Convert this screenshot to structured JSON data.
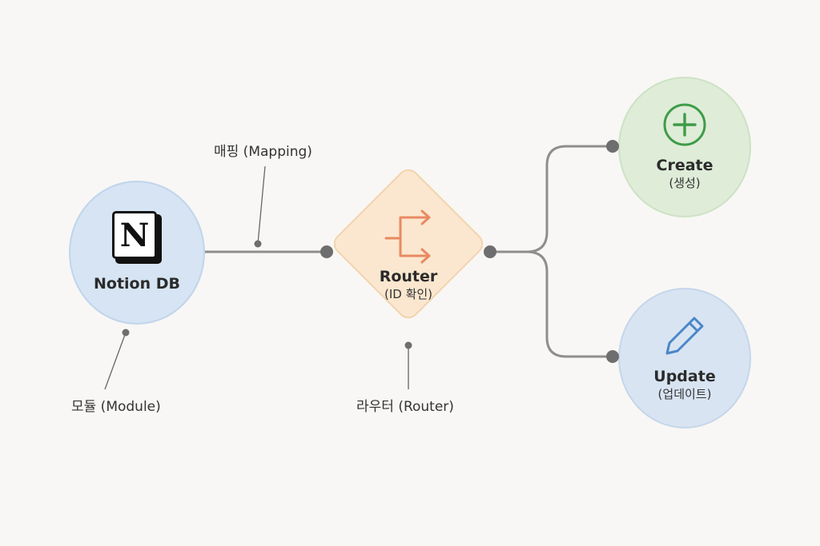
{
  "nodes": {
    "notion": {
      "title": "Notion DB",
      "fill": "#d6e4f3",
      "stroke": "#c0d5ec",
      "logo_letter": "N"
    },
    "router": {
      "title": "Router",
      "subtitle": "(ID 확인)",
      "fill": "#fbe7cf",
      "icon_color": "#e88a62"
    },
    "create": {
      "title": "Create",
      "subtitle": "(생성)",
      "fill": "#deecd8",
      "stroke": "#cde2c4",
      "icon_color": "#3e9c48"
    },
    "update": {
      "title": "Update",
      "subtitle": "(업데이트)",
      "fill": "#d8e4f2",
      "stroke": "#c5d6ea",
      "icon_color": "#4a86c8"
    }
  },
  "annotations": {
    "mapping": "매핑 (Mapping)",
    "module": "모듈 (Module)",
    "router": "라우터 (Router)"
  },
  "colors": {
    "wire": "#8e8e8e",
    "dot": "#6e6e6e",
    "background": "#f8f7f5"
  }
}
